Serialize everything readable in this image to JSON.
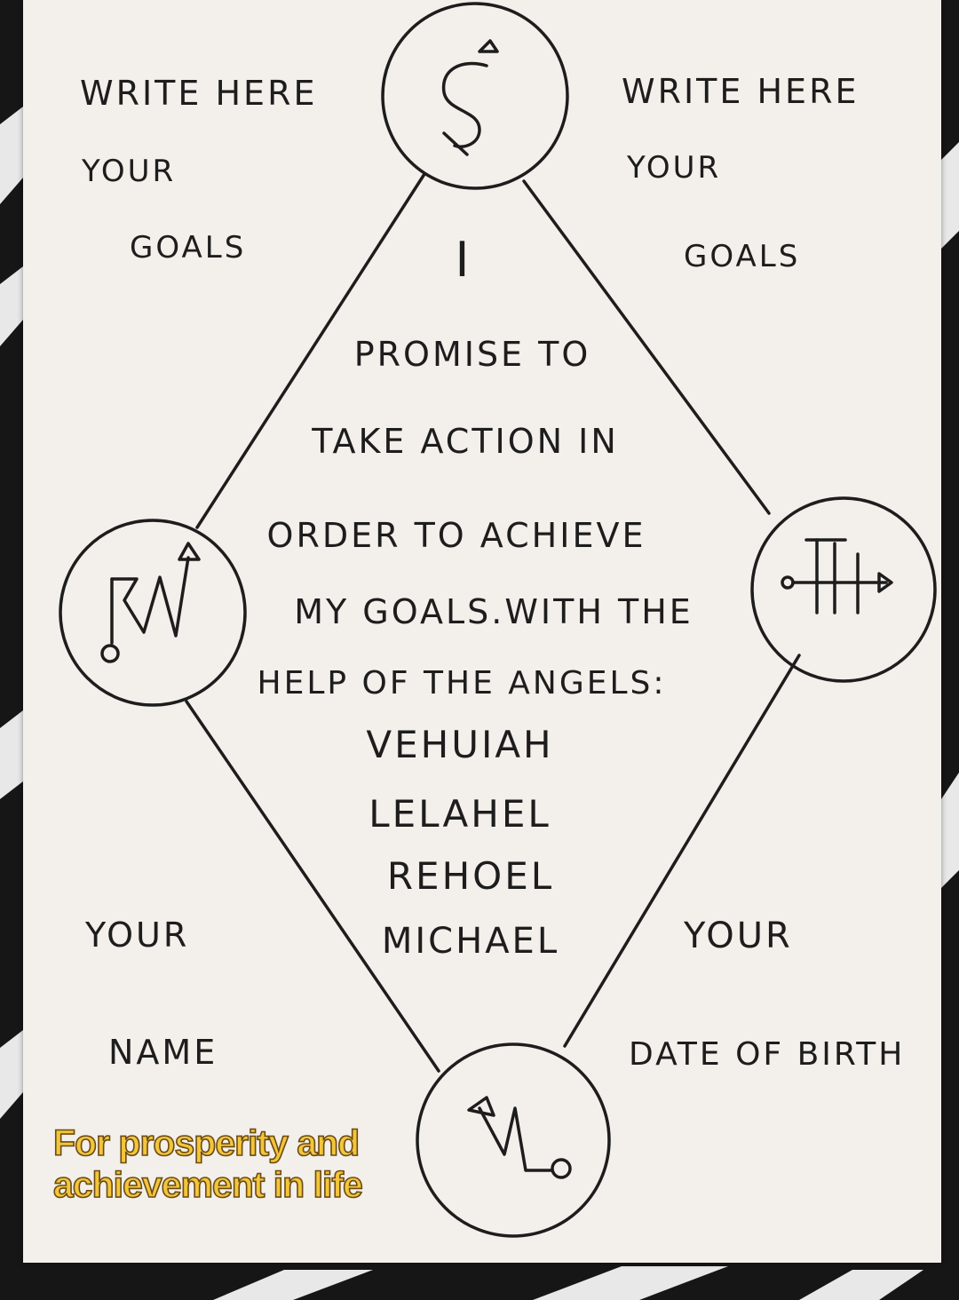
{
  "top_left": {
    "line1": "WRITE HERE",
    "line2": "YOUR",
    "line3": "GOALS"
  },
  "top_right": {
    "line1": "WRITE HERE",
    "line2": "YOUR",
    "line3": "GOALS"
  },
  "bottom_left": {
    "line1": "YOUR",
    "line2": "NAME"
  },
  "bottom_right": {
    "line1": "YOUR",
    "line2": "DATE OF BIRTH"
  },
  "promise": {
    "line1": "I",
    "line2": "PROMISE TO",
    "line3": "TAKE ACTION IN",
    "line4": "ORDER TO ACHIEVE",
    "line5": "MY GOALS.WITH THE",
    "line6": "HELP OF THE ANGELS:"
  },
  "angels": [
    "VEHUIAH",
    "LELAHEL",
    "REHOEL",
    "MICHAEL"
  ],
  "caption": {
    "line1": "For prosperity and",
    "line2": "achievement in life"
  },
  "sigils": {
    "top": "sigil-vehuiah-icon",
    "left": "sigil-lelahel-icon",
    "right": "sigil-rehoel-icon",
    "bottom": "sigil-michael-icon"
  },
  "colors": {
    "paper": "#f3efeb",
    "ink": "#1d1d1d",
    "caption_fill": "#f3c53a",
    "caption_outline": "#6a4a12"
  }
}
